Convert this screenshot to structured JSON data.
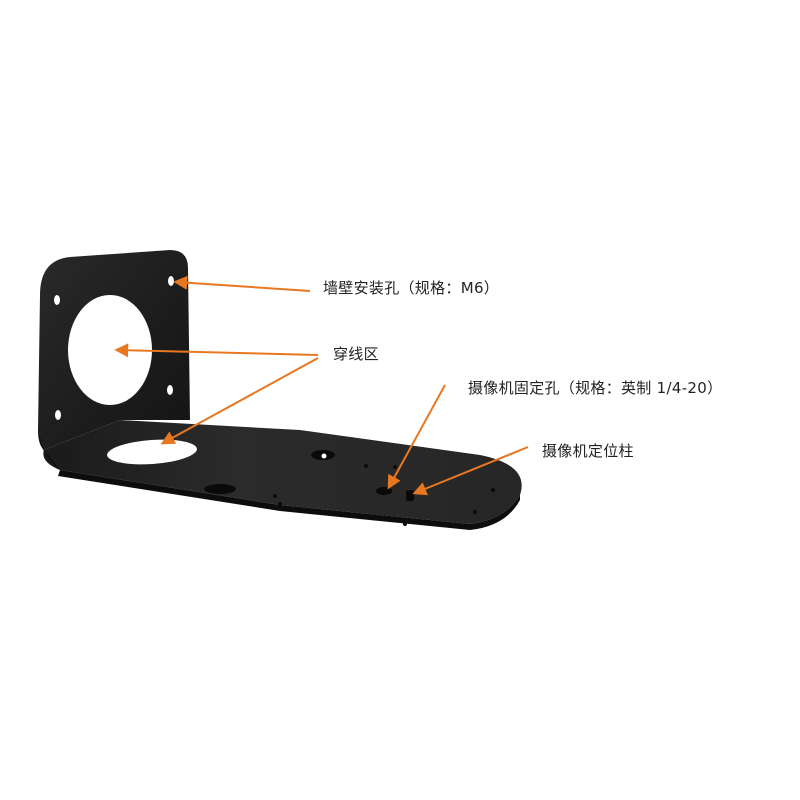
{
  "product": {
    "name": "L-shaped camera wall mount bracket",
    "color": "#1c1c1c",
    "arrow_color": "#e87722"
  },
  "callouts": [
    {
      "id": "wall-mount-hole",
      "text": "墙壁安装孔（规格：M6）"
    },
    {
      "id": "cable-pass-area",
      "text": "穿线区"
    },
    {
      "id": "camera-fixing-hole",
      "text": "摄像机固定孔（规格：英制 1/4-20）"
    },
    {
      "id": "camera-positioning-post",
      "text": "摄像机定位柱"
    }
  ]
}
